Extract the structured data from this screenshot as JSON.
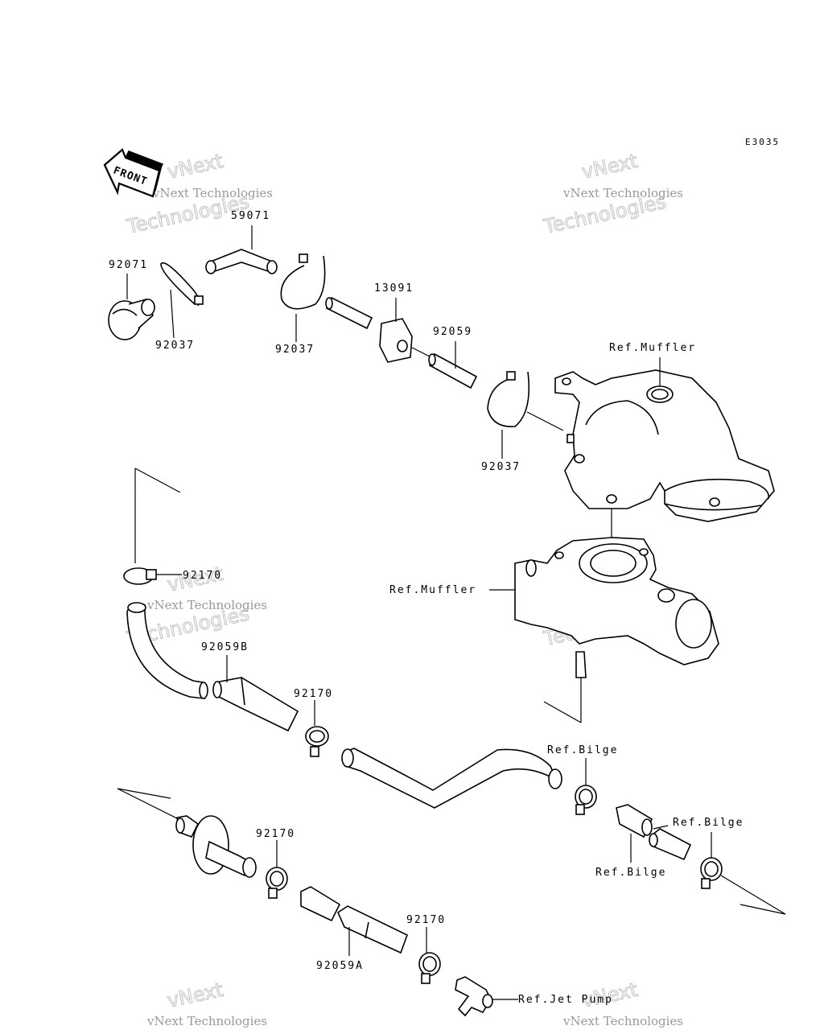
{
  "diagram_code": "E3035",
  "front_label": "FRONT",
  "watermark": {
    "line1": "vNext Technologies",
    "line2": "vNext",
    "line3": "Technologies"
  },
  "labels": {
    "p59071": "59071",
    "p92071": "92071",
    "p92037_a": "92037",
    "p92037_b": "92037",
    "p92037_c": "92037",
    "p13091": "13091",
    "p92059": "92059",
    "ref_muffler_top": "Ref.Muffler",
    "ref_muffler_mid": "Ref.Muffler",
    "p92170_a": "92170",
    "p92059b": "92059B",
    "p92170_b": "92170",
    "ref_bilge_a": "Ref.Bilge",
    "ref_bilge_b": "Ref.Bilge",
    "ref_bilge_c": "Ref.Bilge",
    "p92170_c": "92170",
    "p92170_d": "92170",
    "p92059a": "92059A",
    "ref_jet_pump": "Ref.Jet Pump"
  }
}
